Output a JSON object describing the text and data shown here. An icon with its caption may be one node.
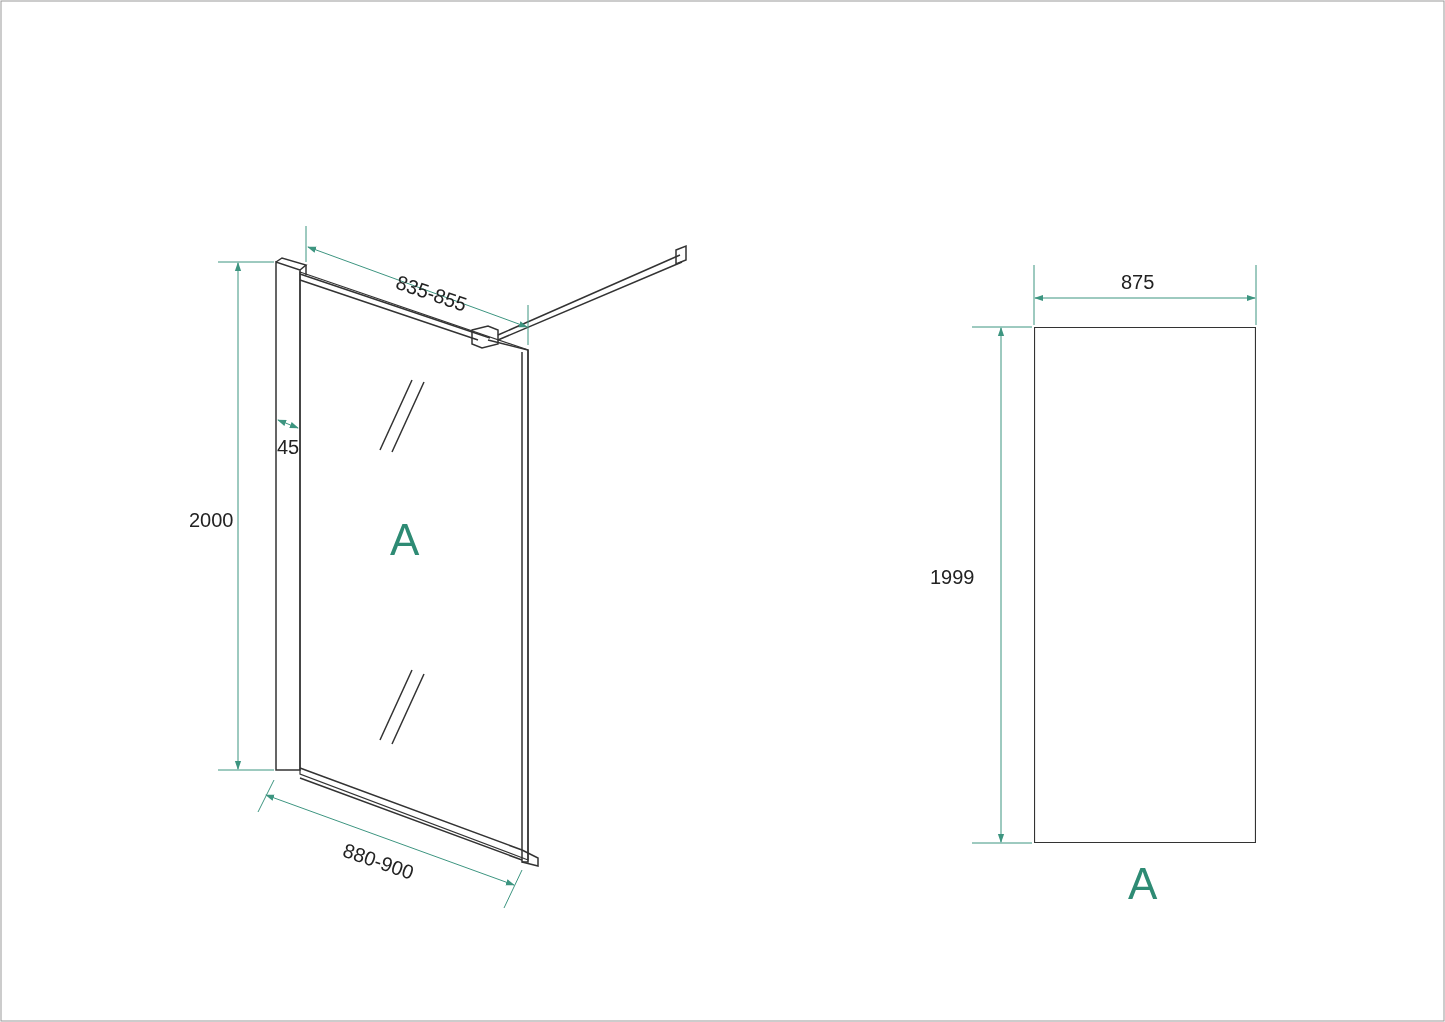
{
  "diagram": {
    "nodes": [
      {
        "text": [
          "A"
        ]
      },
      {
        "text": [
          "A"
        ]
      }
    ],
    "edges": [],
    "labels": [
      "835-855",
      "875",
      "45",
      "2000",
      "1999",
      "880-900"
    ]
  }
}
